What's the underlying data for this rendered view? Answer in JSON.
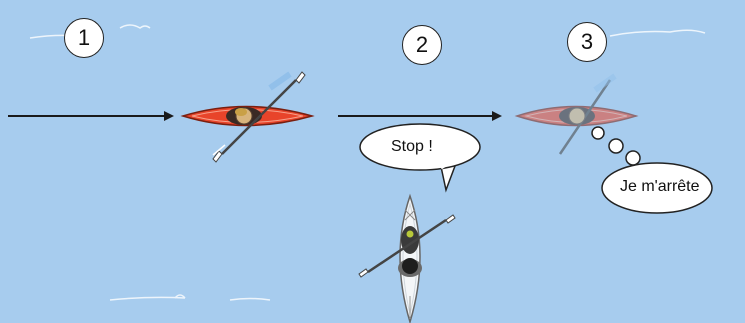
{
  "steps": [
    "1",
    "2",
    "3"
  ],
  "speech": "Stop !",
  "thought": "Je m'arrête",
  "colors": {
    "water": "#a7ccee",
    "kayak_red": "#e8442a",
    "kayak_white": "#f4f6f8",
    "arrow": "#1a1a1a"
  }
}
